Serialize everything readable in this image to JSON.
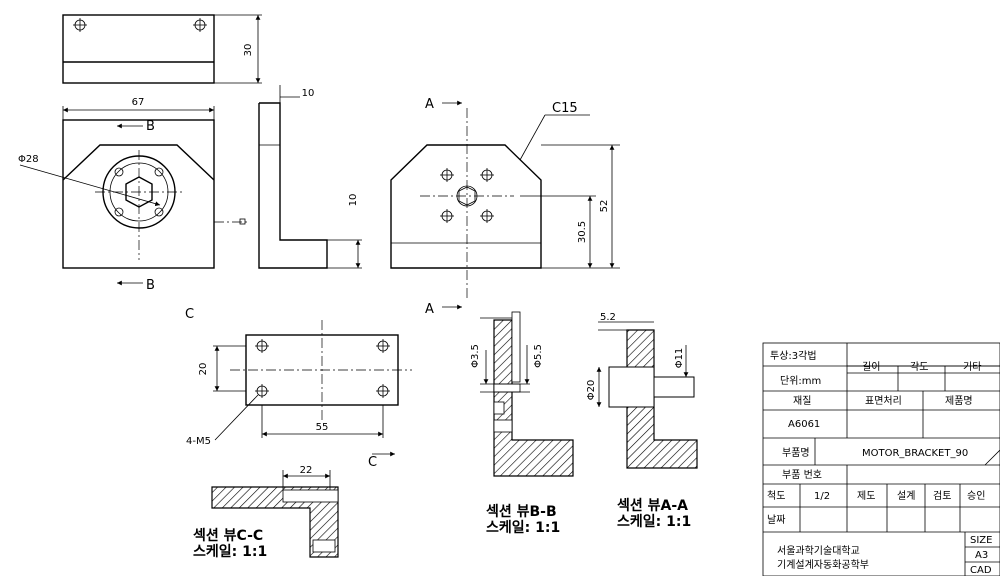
{
  "dimensions": {
    "top_height": "30",
    "width_67": "67",
    "thickness_10_top": "10",
    "dia_28": "Φ28",
    "plate_thickness_10": "10",
    "chamfer": "C15",
    "height_52": "52",
    "height_30_5": "30.5",
    "width_20": "20",
    "length_55": "55",
    "holes_4m5": "4-M5",
    "width_22": "22",
    "dia_3_5": "Φ3.5",
    "dia_5_5": "Φ5.5",
    "dia_11": "Φ11",
    "dia_20": "Φ20",
    "small_dim": "5.2"
  },
  "markers": {
    "section_b": "B",
    "section_a": "A",
    "section_c": "C"
  },
  "section_views": {
    "cc_title": "섹션 뷰C-C",
    "cc_scale": "스케일:  1:1",
    "bb_title": "섹션 뷰B-B",
    "bb_scale": "스케일:  1:1",
    "aa_title": "섹션 뷰A-A",
    "aa_scale": "스케일:  1:1"
  },
  "title_block": {
    "projection": "투상:3각법",
    "unit": "단위:mm",
    "length": "길이",
    "angle": "각도",
    "other": "기타",
    "material_label": "재질",
    "surface_label": "표면처리",
    "product_label": "제품명",
    "material_value": "A6061",
    "part_name_label": "부품명",
    "part_name_value": "MOTOR_BRACKET_90",
    "part_number_label": "부품 번호",
    "scale_label": "척도",
    "scale_value": "1/2",
    "drafted": "제도",
    "designed": "설계",
    "checked": "검토",
    "approved": "승인",
    "date_label": "날짜",
    "school": "서울과학기술대학교",
    "department": "기계설계자동화공학부",
    "size_label": "SIZE",
    "size_value": "A3",
    "cad": "CAD"
  },
  "colors": {
    "line": "#000000",
    "background": "#ffffff"
  }
}
